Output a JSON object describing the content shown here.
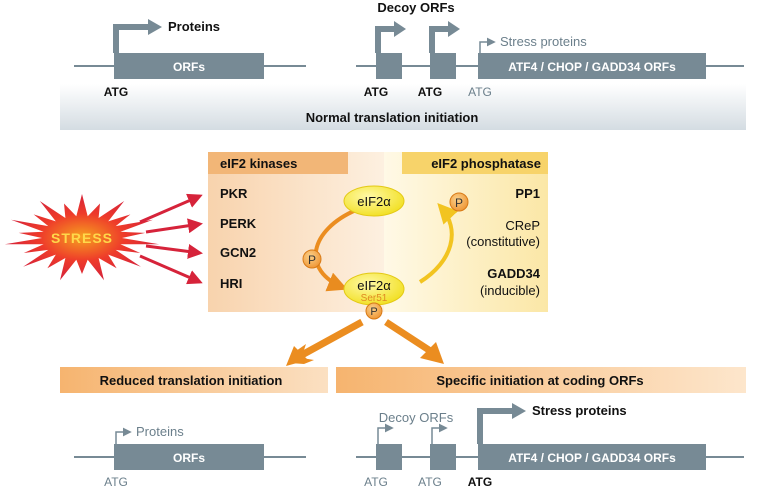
{
  "top": {
    "orf_box": "ORFs",
    "proteins": "Proteins",
    "atg_main": "ATG",
    "decoy_orfs": "Decoy ORFs",
    "atg_decoy_1": "ATG",
    "atg_decoy_2": "ATG",
    "atg_stress": "ATG",
    "stress_proteins": "Stress proteins",
    "stress_orf_box": "ATF4 / CHOP / GADD34 ORFs",
    "caption": "Normal translation initiation"
  },
  "middle": {
    "stress_burst": "STRESS",
    "kinases": {
      "title": "eIF2 kinases",
      "items": [
        "PKR",
        "PERK",
        "GCN2",
        "HRI"
      ]
    },
    "phosphatase": {
      "title": "eIF2 phosphatase",
      "pp1": "PP1",
      "crep": "CReP",
      "crep_note": "(constitutive)",
      "gadd34": "GADD34",
      "gadd34_note": "(inducible)"
    },
    "eif2a_top": "eIF2α",
    "eif2a_bottom": "eIF2α",
    "ser51": "Ser51",
    "phospho_label": "P"
  },
  "bottom": {
    "left_banner": "Reduced translation initiation",
    "right_banner": "Specific initiation at coding ORFs",
    "left": {
      "proteins": "Proteins",
      "orf_box": "ORFs",
      "atg": "ATG"
    },
    "right": {
      "decoy_orfs": "Decoy ORFs",
      "stress_proteins": "Stress proteins",
      "orf_box": "ATF4 / CHOP / GADD34 ORFs",
      "atg_decoy_1": "ATG",
      "atg_decoy_2": "ATG",
      "atg_stress": "ATG"
    }
  },
  "colors": {
    "orf_box": "#778a95",
    "gray_panel": "#dde3e8",
    "kinase_panel": "#f7d9b8",
    "kinase_header": "#f0b070",
    "phosphatase_panel": "#fdf1c8",
    "phosphatase_header": "#f7d36a",
    "eif2a_fill": "#f4e534",
    "phospho_fill": "#f2a04a",
    "arrow_orange": "#e98c1f",
    "arrow_red": "#d6233a",
    "banner": "#f6b877"
  }
}
